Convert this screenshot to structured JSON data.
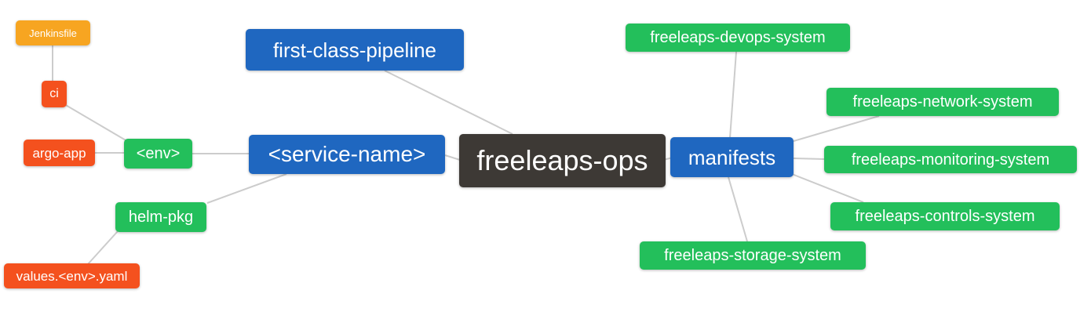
{
  "title": "freeleaps-ops mind map",
  "nodes": {
    "freeleaps_ops": {
      "label": "freeleaps-ops"
    },
    "first_class_pipeline": {
      "label": "first-class-pipeline"
    },
    "service_name": {
      "label": "<service-name>"
    },
    "env": {
      "label": "<env>"
    },
    "ci": {
      "label": "ci"
    },
    "jenkinsfile": {
      "label": "Jenkinsfile"
    },
    "argo_app": {
      "label": "argo-app"
    },
    "helm_pkg": {
      "label": "helm-pkg"
    },
    "values_env_yaml": {
      "label": "values.<env>.yaml"
    },
    "manifests": {
      "label": "manifests"
    },
    "devops_system": {
      "label": "freeleaps-devops-system"
    },
    "network_system": {
      "label": "freeleaps-network-system"
    },
    "monitoring_system": {
      "label": "freeleaps-monitoring-system"
    },
    "controls_system": {
      "label": "freeleaps-controls-system"
    },
    "storage_system": {
      "label": "freeleaps-storage-system"
    }
  },
  "edges": [
    {
      "from": "jenkinsfile",
      "to": "ci"
    },
    {
      "from": "ci",
      "to": "env"
    },
    {
      "from": "argo_app",
      "to": "env"
    },
    {
      "from": "env",
      "to": "service_name"
    },
    {
      "from": "helm_pkg",
      "to": "service_name"
    },
    {
      "from": "values_env_yaml",
      "to": "helm_pkg"
    },
    {
      "from": "first_class_pipeline",
      "to": "freeleaps_ops"
    },
    {
      "from": "service_name",
      "to": "freeleaps_ops"
    },
    {
      "from": "freeleaps_ops",
      "to": "manifests"
    },
    {
      "from": "manifests",
      "to": "devops_system"
    },
    {
      "from": "manifests",
      "to": "network_system"
    },
    {
      "from": "manifests",
      "to": "monitoring_system"
    },
    {
      "from": "manifests",
      "to": "controls_system"
    },
    {
      "from": "manifests",
      "to": "storage_system"
    }
  ],
  "colors": {
    "blue": "#1f67c0",
    "green": "#23bf5b",
    "red": "#f4511e",
    "orange": "#f7a521",
    "dark": "#3d3935",
    "edge": "#cccccc"
  }
}
